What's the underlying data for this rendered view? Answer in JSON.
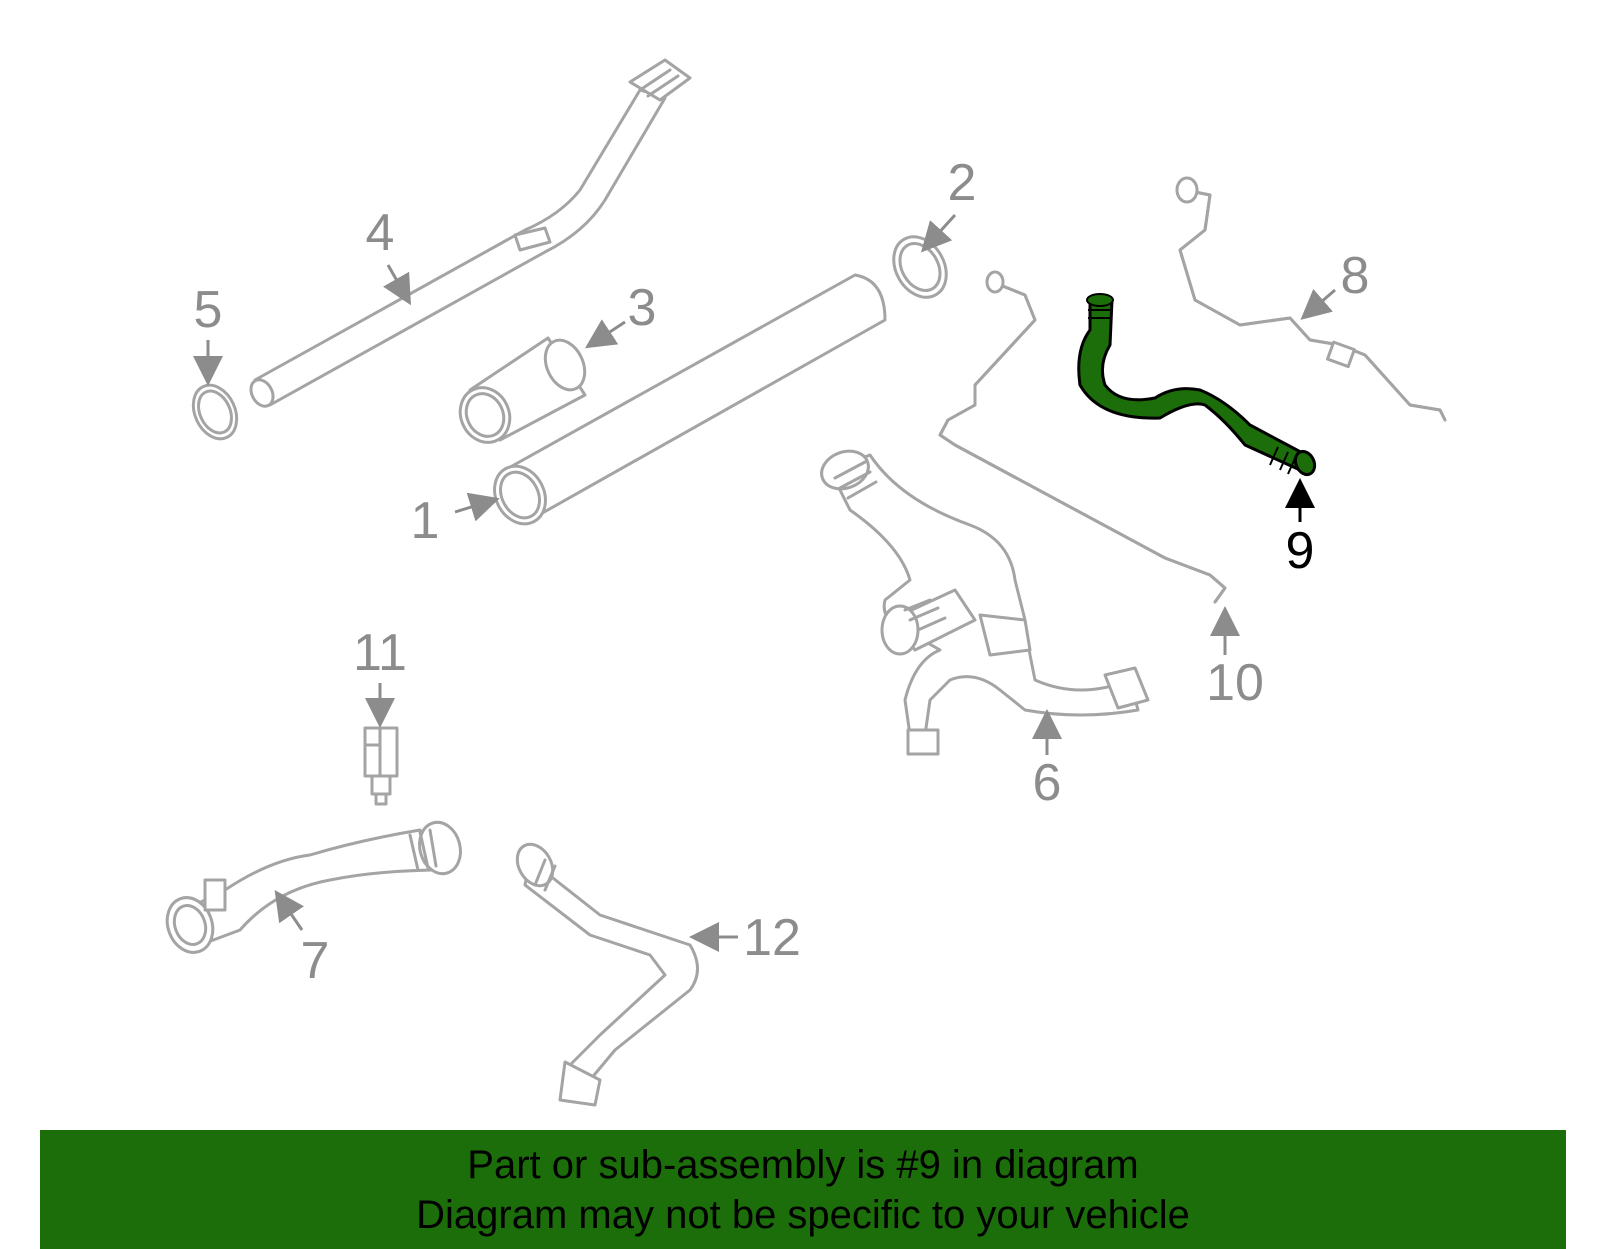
{
  "colors": {
    "highlight": "#1c6e0a",
    "part_stroke": "#a4a4a4",
    "label_gray": "#8c8c8c",
    "label_highlight": "#000000"
  },
  "callouts": [
    {
      "id": "1",
      "label": "1"
    },
    {
      "id": "2",
      "label": "2"
    },
    {
      "id": "3",
      "label": "3"
    },
    {
      "id": "4",
      "label": "4"
    },
    {
      "id": "5",
      "label": "5"
    },
    {
      "id": "6",
      "label": "6"
    },
    {
      "id": "7",
      "label": "7"
    },
    {
      "id": "8",
      "label": "8"
    },
    {
      "id": "9",
      "label": "9",
      "highlighted": true
    },
    {
      "id": "10",
      "label": "10"
    },
    {
      "id": "11",
      "label": "11"
    },
    {
      "id": "12",
      "label": "12"
    }
  ],
  "banner": {
    "line1": "Part or sub-assembly is #9 in diagram",
    "line2": "Diagram may not be specific to your vehicle"
  }
}
